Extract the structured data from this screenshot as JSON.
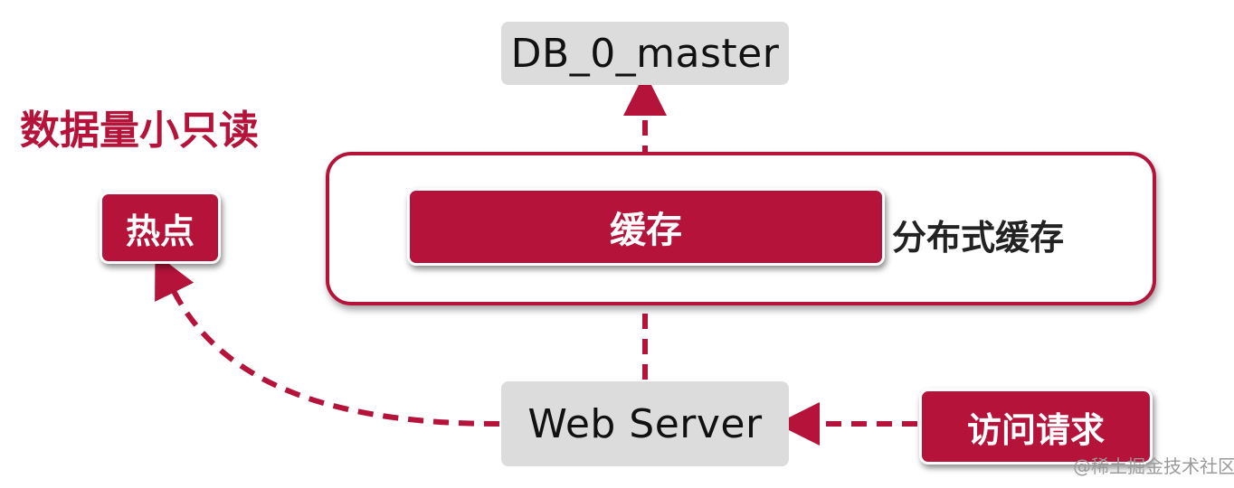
{
  "colors": {
    "accent": "#b5133a",
    "node_gray": "#dcdcdc",
    "text_dark": "#222222"
  },
  "title": "数据量小只读",
  "nodes": {
    "db_master": "DB_0_master",
    "cache": "缓存",
    "web_server": "Web Server",
    "hotspot": "热点",
    "request": "访问请求"
  },
  "cluster": {
    "label": "分布式缓存"
  },
  "watermark": "@稀土掘金技术社区"
}
